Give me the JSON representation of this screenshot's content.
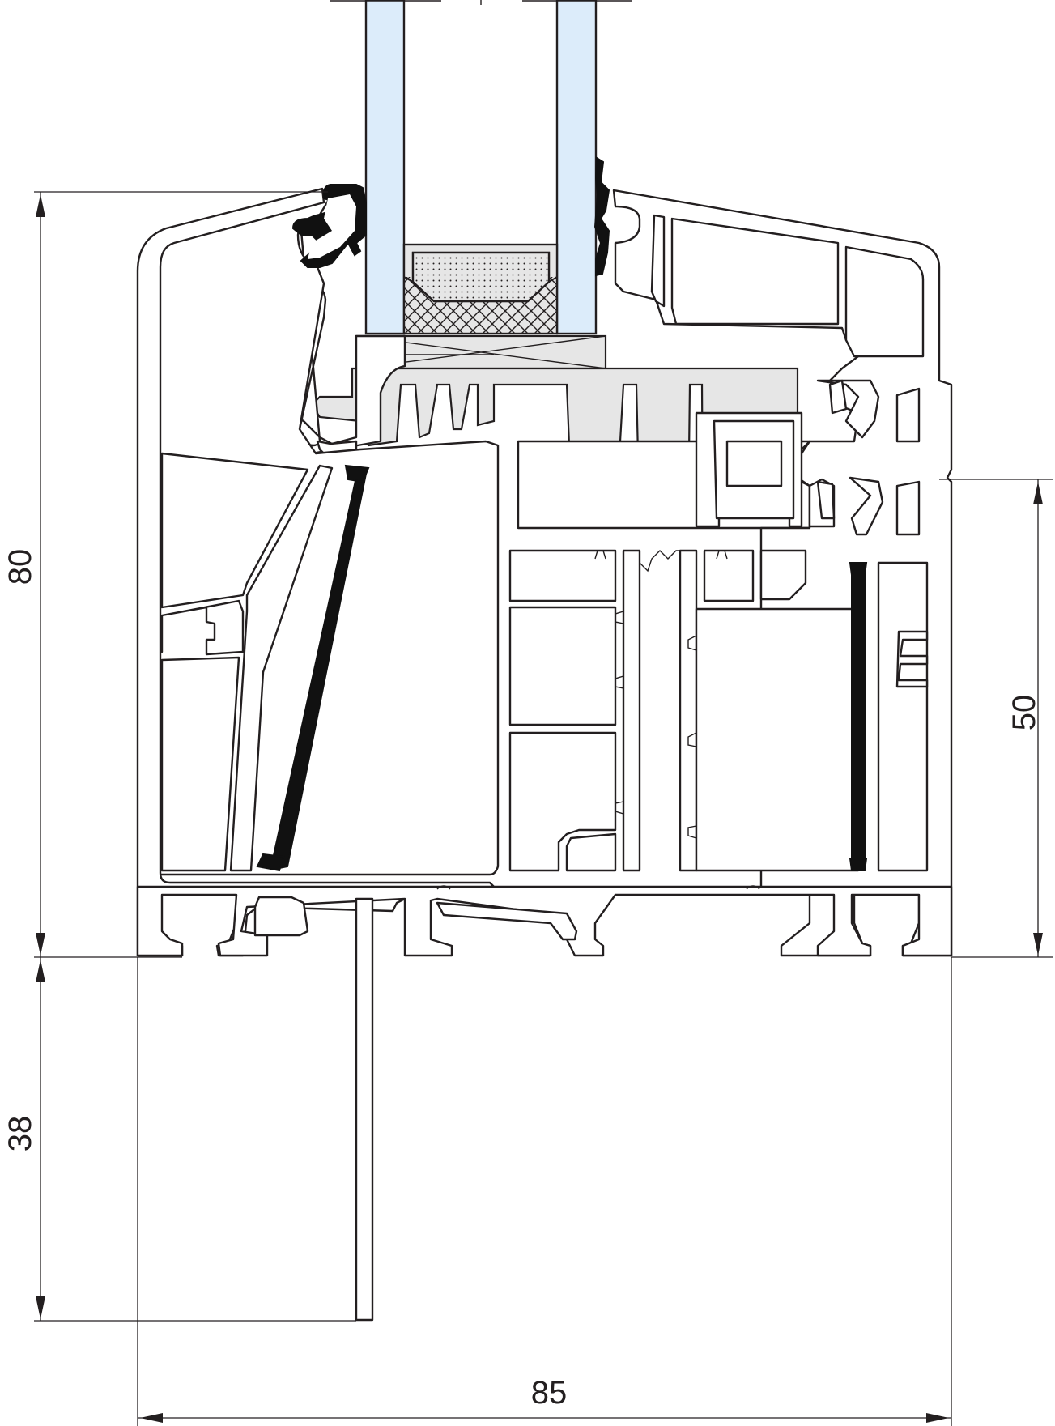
{
  "dimensions": {
    "height_total": "80",
    "height_lower": "38",
    "height_right": "50",
    "width_total": "85"
  },
  "colors": {
    "line": "#231f20",
    "glass": "#dcecfa",
    "spacer": "#e6e6e6",
    "gasket": "#111111",
    "background": "#ffffff"
  }
}
